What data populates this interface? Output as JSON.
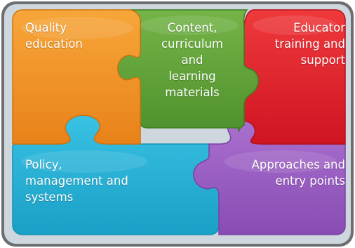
{
  "puzzle": {
    "colors": {
      "frame": "#6e6e70",
      "background": "#cfd7de",
      "orange": "#f0932a",
      "green": "#62a33b",
      "red": "#e0202c",
      "cyan": "#25b1d6",
      "purple": "#9a5cc2"
    },
    "pieces": {
      "quality": {
        "lines": [
          "Quality",
          "education"
        ]
      },
      "content": {
        "lines": [
          "Content,",
          "curriculum",
          "and",
          "learning",
          "materials"
        ]
      },
      "educator": {
        "lines": [
          "Educator",
          "training and",
          "support"
        ]
      },
      "policy": {
        "lines": [
          "Policy,",
          "management and",
          "systems"
        ]
      },
      "approaches": {
        "lines": [
          "Approaches and",
          "entry points"
        ]
      }
    }
  }
}
